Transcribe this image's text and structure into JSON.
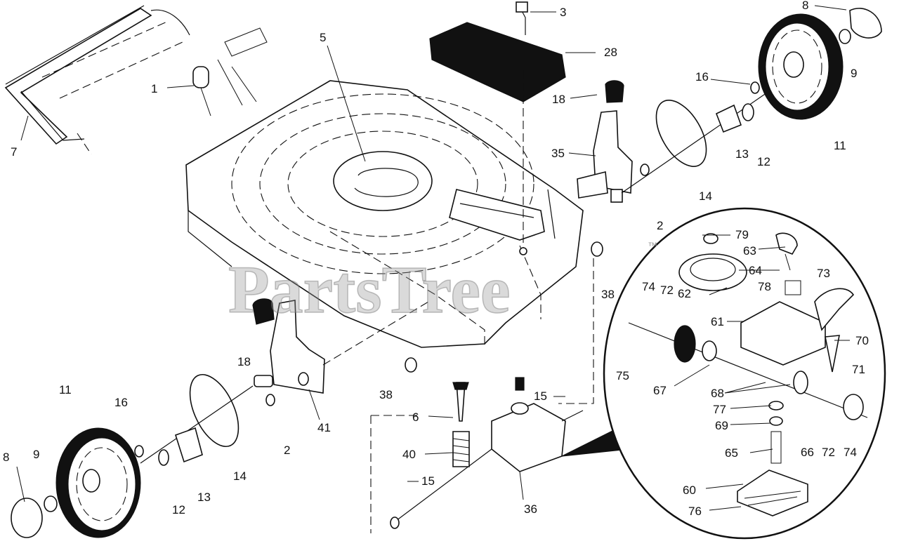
{
  "watermark": {
    "text": "PartsTree",
    "mark": "™",
    "color": "#9a9a9a"
  },
  "callouts": [
    {
      "id": "c-3",
      "text": "3"
    },
    {
      "id": "c-8-top",
      "text": "8"
    },
    {
      "id": "c-5",
      "text": "5"
    },
    {
      "id": "c-28",
      "text": "28"
    },
    {
      "id": "c-1",
      "text": "1"
    },
    {
      "id": "c-7",
      "text": "7"
    },
    {
      "id": "c-9-top",
      "text": "9"
    },
    {
      "id": "c-16-top",
      "text": "16"
    },
    {
      "id": "c-18-top",
      "text": "18"
    },
    {
      "id": "c-11-top",
      "text": "11"
    },
    {
      "id": "c-12-top",
      "text": "12"
    },
    {
      "id": "c-13-top",
      "text": "13"
    },
    {
      "id": "c-35",
      "text": "35"
    },
    {
      "id": "c-14-top",
      "text": "14"
    },
    {
      "id": "c-2-top",
      "text": "2"
    },
    {
      "id": "c-79",
      "text": "79"
    },
    {
      "id": "c-63",
      "text": "63"
    },
    {
      "id": "c-64",
      "text": "64"
    },
    {
      "id": "c-73",
      "text": "73"
    },
    {
      "id": "c-78",
      "text": "78"
    },
    {
      "id": "c-38-right",
      "text": "38"
    },
    {
      "id": "c-74-top",
      "text": "74"
    },
    {
      "id": "c-72-top",
      "text": "72"
    },
    {
      "id": "c-62",
      "text": "62"
    },
    {
      "id": "c-61",
      "text": "61"
    },
    {
      "id": "c-70",
      "text": "70"
    },
    {
      "id": "c-75",
      "text": "75"
    },
    {
      "id": "c-71",
      "text": "71"
    },
    {
      "id": "c-67",
      "text": "67"
    },
    {
      "id": "c-68",
      "text": "68"
    },
    {
      "id": "c-77",
      "text": "77"
    },
    {
      "id": "c-69",
      "text": "69"
    },
    {
      "id": "c-66",
      "text": "66"
    },
    {
      "id": "c-72-bottom",
      "text": "72"
    },
    {
      "id": "c-74-bottom",
      "text": "74"
    },
    {
      "id": "c-65",
      "text": "65"
    },
    {
      "id": "c-60",
      "text": "60"
    },
    {
      "id": "c-76",
      "text": "76"
    },
    {
      "id": "c-18-left",
      "text": "18"
    },
    {
      "id": "c-38-center",
      "text": "38"
    },
    {
      "id": "c-15-top",
      "text": "15"
    },
    {
      "id": "c-6",
      "text": "6"
    },
    {
      "id": "c-40",
      "text": "40"
    },
    {
      "id": "c-15-bottom",
      "text": "15"
    },
    {
      "id": "c-36",
      "text": "36"
    },
    {
      "id": "c-41",
      "text": "41"
    },
    {
      "id": "c-2-bottom",
      "text": "2"
    },
    {
      "id": "c-14-bottom",
      "text": "14"
    },
    {
      "id": "c-11-bottom",
      "text": "11"
    },
    {
      "id": "c-16-bottom",
      "text": "16"
    },
    {
      "id": "c-8-bottom",
      "text": "8"
    },
    {
      "id": "c-9-bottom",
      "text": "9"
    },
    {
      "id": "c-12-bottom",
      "text": "12"
    },
    {
      "id": "c-13-bottom",
      "text": "13"
    }
  ]
}
